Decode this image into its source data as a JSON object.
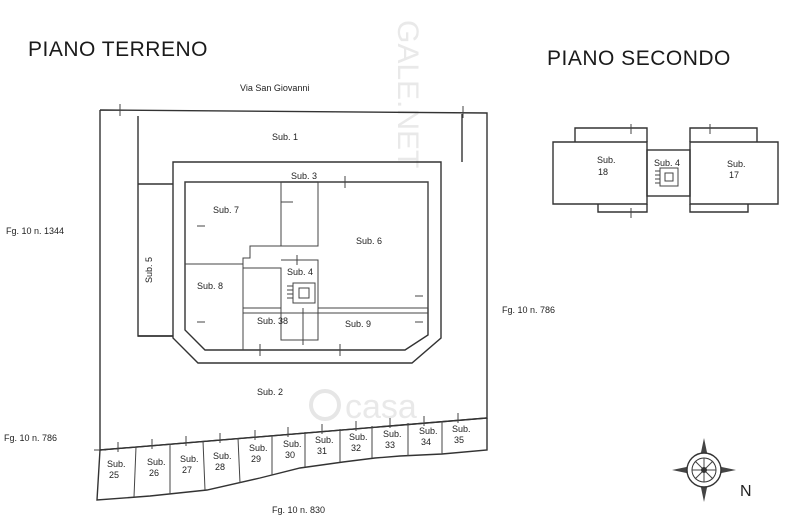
{
  "headings": {
    "ground_floor": "PIANO TERRENO",
    "second_floor": "PIANO SECONDO"
  },
  "street": "Via San Giovanni",
  "neighbors": {
    "west": "Fg. 10 n. 1344",
    "east": "Fg. 10 n. 786",
    "southwest": "Fg. 10 n. 786",
    "south": "Fg. 10 n. 830"
  },
  "ground_units": {
    "sub1": "Sub. 1",
    "sub2": "Sub. 2",
    "sub3": "Sub. 3",
    "sub4": "Sub. 4",
    "sub5": "Sub. 5",
    "sub6": "Sub. 6",
    "sub7": "Sub. 7",
    "sub8": "Sub. 8",
    "sub9": "Sub. 9",
    "sub38": "Sub. 38"
  },
  "garages": {
    "prefix": "Sub.",
    "numbers": [
      "25",
      "26",
      "27",
      "28",
      "29",
      "30",
      "31",
      "32",
      "33",
      "34",
      "35"
    ]
  },
  "second_floor_units": {
    "sub18_a": "Sub.",
    "sub18_b": "18",
    "sub4": "Sub. 4",
    "sub17_a": "Sub.",
    "sub17_b": "17"
  },
  "north": "N",
  "watermark_site": "GALE.NET",
  "watermark_brand": "casa"
}
